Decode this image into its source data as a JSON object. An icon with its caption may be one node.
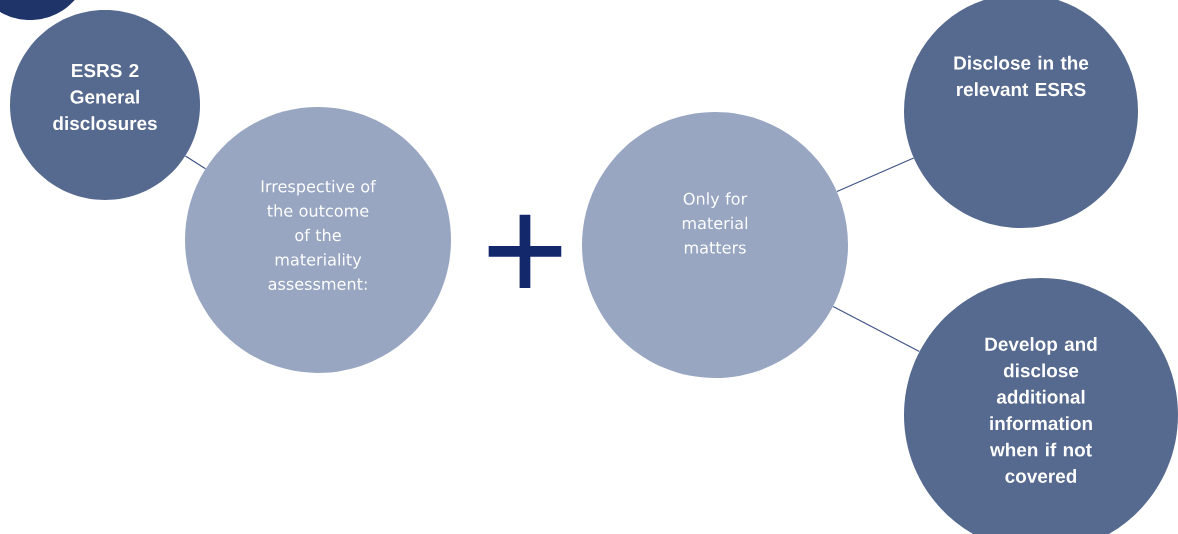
{
  "diagram": {
    "nodes": [
      {
        "text": [],
        "shape": "circle"
      },
      {
        "text": [
          "ESRS 2 General disclosures"
        ]
      },
      {
        "text": [
          "Irrespective of the outcome of the materiality assessment:"
        ]
      },
      {
        "text": [
          "Only for material matters"
        ]
      },
      {
        "text": [
          "Disclose in the relevant ESRS"
        ]
      },
      {
        "text": [
          "Develop and disclose additional information when if not covered"
        ]
      }
    ],
    "edges": [
      {
        "from": 1,
        "to": 2,
        "arrow": "none"
      },
      {
        "from": 3,
        "to": 4,
        "arrow": "none"
      },
      {
        "from": 3,
        "to": 5,
        "arrow": "none"
      }
    ],
    "labels": [
      "+"
    ]
  }
}
